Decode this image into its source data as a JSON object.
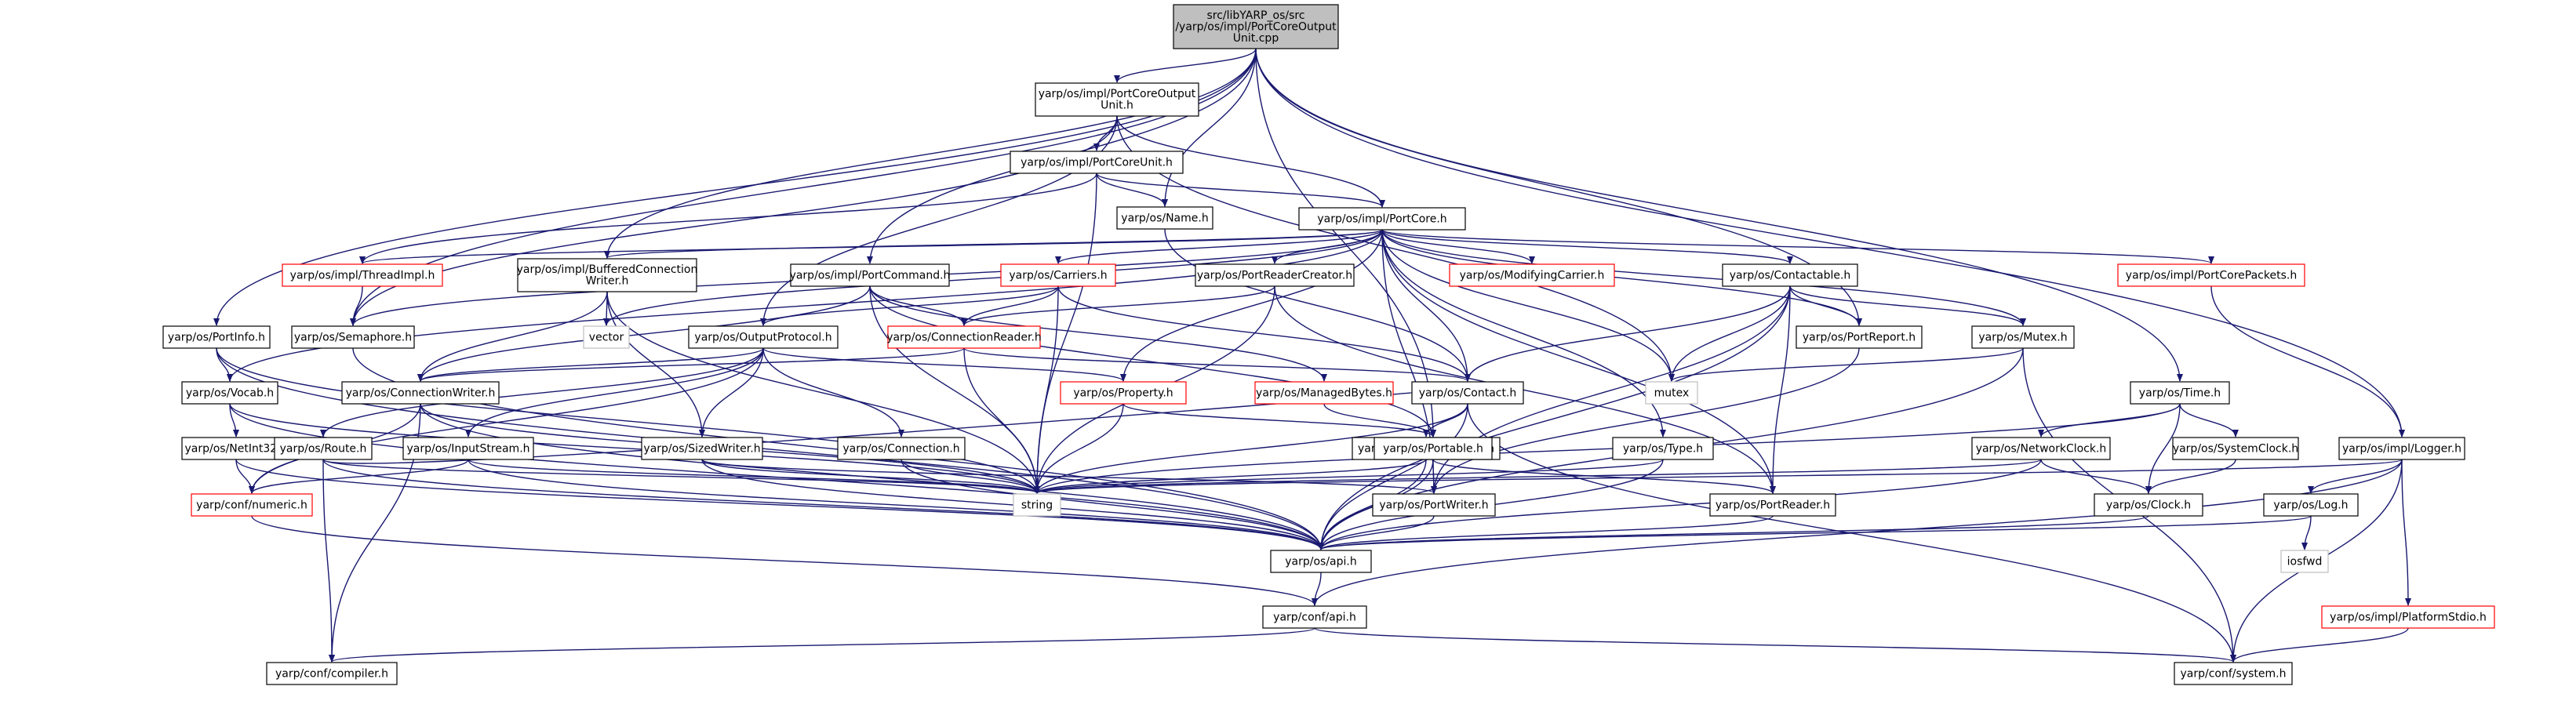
{
  "colors": {
    "edge": "#191970",
    "box_default": "#000000",
    "box_truncated": "#ff0000",
    "box_external": "#bfbfbf",
    "root_fill": "#bfbfbf",
    "node_fill": "#ffffff",
    "text": "#000000"
  },
  "graph": {
    "nodes": [
      {
        "id": "root",
        "kind": "root",
        "lines": [
          "src/libYARP_os/src",
          "/yarp/os/impl/PortCoreOutput",
          "Unit.cpp"
        ]
      },
      {
        "id": "pcou_h",
        "kind": "normal",
        "lines": [
          "yarp/os/impl/PortCoreOutput",
          "Unit.h"
        ]
      },
      {
        "id": "pcu_h",
        "kind": "normal",
        "lines": [
          "yarp/os/impl/PortCoreUnit.h"
        ]
      },
      {
        "id": "name_h",
        "kind": "normal",
        "lines": [
          "yarp/os/Name.h"
        ]
      },
      {
        "id": "portcore_h",
        "kind": "normal",
        "lines": [
          "yarp/os/impl/PortCore.h"
        ]
      },
      {
        "id": "threadimpl_h",
        "kind": "truncated",
        "lines": [
          "yarp/os/impl/ThreadImpl.h"
        ]
      },
      {
        "id": "bcw_h",
        "kind": "normal",
        "lines": [
          "yarp/os/impl/BufferedConnection",
          "Writer.h"
        ]
      },
      {
        "id": "portcommand_h",
        "kind": "normal",
        "lines": [
          "yarp/os/impl/PortCommand.h"
        ]
      },
      {
        "id": "carriers_h",
        "kind": "truncated",
        "lines": [
          "yarp/os/Carriers.h"
        ]
      },
      {
        "id": "prc_h",
        "kind": "normal",
        "lines": [
          "yarp/os/PortReaderCreator.h"
        ]
      },
      {
        "id": "modcarrier_h",
        "kind": "truncated",
        "lines": [
          "yarp/os/ModifyingCarrier.h"
        ]
      },
      {
        "id": "contactable_h",
        "kind": "normal",
        "lines": [
          "yarp/os/Contactable.h"
        ]
      },
      {
        "id": "pcpackets_h",
        "kind": "truncated",
        "lines": [
          "yarp/os/impl/PortCorePackets.h"
        ]
      },
      {
        "id": "portinfo_h",
        "kind": "normal",
        "lines": [
          "yarp/os/PortInfo.h"
        ]
      },
      {
        "id": "semaphore_h",
        "kind": "normal",
        "lines": [
          "yarp/os/Semaphore.h"
        ]
      },
      {
        "id": "vector",
        "kind": "external",
        "lines": [
          "vector"
        ]
      },
      {
        "id": "outputprotocol_h",
        "kind": "normal",
        "lines": [
          "yarp/os/OutputProtocol.h"
        ]
      },
      {
        "id": "connreader_h",
        "kind": "truncated",
        "lines": [
          "yarp/os/ConnectionReader.h"
        ]
      },
      {
        "id": "portreport_h",
        "kind": "normal",
        "lines": [
          "yarp/os/PortReport.h"
        ]
      },
      {
        "id": "mutex_h",
        "kind": "normal",
        "lines": [
          "yarp/os/Mutex.h"
        ]
      },
      {
        "id": "vocab_h",
        "kind": "normal",
        "lines": [
          "yarp/os/Vocab.h"
        ]
      },
      {
        "id": "connwriter_h",
        "kind": "normal",
        "lines": [
          "yarp/os/ConnectionWriter.h"
        ]
      },
      {
        "id": "property_h",
        "kind": "truncated",
        "lines": [
          "yarp/os/Property.h"
        ]
      },
      {
        "id": "managedbytes_h",
        "kind": "truncated",
        "lines": [
          "yarp/os/ManagedBytes.h"
        ]
      },
      {
        "id": "contact_h",
        "kind": "normal",
        "lines": [
          "yarp/os/Contact.h"
        ]
      },
      {
        "id": "mutex",
        "kind": "external",
        "lines": [
          "mutex"
        ]
      },
      {
        "id": "time_h",
        "kind": "normal",
        "lines": [
          "yarp/os/Time.h"
        ]
      },
      {
        "id": "netint32_h",
        "kind": "normal",
        "lines": [
          "yarp/os/NetInt32.h"
        ]
      },
      {
        "id": "route_h",
        "kind": "normal",
        "lines": [
          "yarp/os/Route.h"
        ]
      },
      {
        "id": "inputstream_h",
        "kind": "normal",
        "lines": [
          "yarp/os/InputStream.h"
        ]
      },
      {
        "id": "sizedwriter_h",
        "kind": "normal",
        "lines": [
          "yarp/os/SizedWriter.h"
        ]
      },
      {
        "id": "connection_h",
        "kind": "normal",
        "lines": [
          "yarp/os/Connection.h"
        ]
      },
      {
        "id": "nestedcontact_h",
        "kind": "normal",
        "lines": [
          "yarp/os/NestedContact.h"
        ]
      },
      {
        "id": "portable_h",
        "kind": "normal",
        "lines": [
          "yarp/os/Portable.h"
        ]
      },
      {
        "id": "type_h",
        "kind": "normal",
        "lines": [
          "yarp/os/Type.h"
        ]
      },
      {
        "id": "networkclock_h",
        "kind": "normal",
        "lines": [
          "yarp/os/NetworkClock.h"
        ]
      },
      {
        "id": "systemclock_h",
        "kind": "normal",
        "lines": [
          "yarp/os/SystemClock.h"
        ]
      },
      {
        "id": "logger_h",
        "kind": "normal",
        "lines": [
          "yarp/os/impl/Logger.h"
        ]
      },
      {
        "id": "numeric_h",
        "kind": "truncated",
        "lines": [
          "yarp/conf/numeric.h"
        ]
      },
      {
        "id": "string",
        "kind": "external",
        "lines": [
          "string"
        ]
      },
      {
        "id": "portwriter_h",
        "kind": "normal",
        "lines": [
          "yarp/os/PortWriter.h"
        ]
      },
      {
        "id": "portreader_h",
        "kind": "normal",
        "lines": [
          "yarp/os/PortReader.h"
        ]
      },
      {
        "id": "clock_h",
        "kind": "normal",
        "lines": [
          "yarp/os/Clock.h"
        ]
      },
      {
        "id": "log_h",
        "kind": "normal",
        "lines": [
          "yarp/os/Log.h"
        ]
      },
      {
        "id": "api_h",
        "kind": "normal",
        "lines": [
          "yarp/os/api.h"
        ]
      },
      {
        "id": "iosfwd",
        "kind": "external",
        "lines": [
          "iosfwd"
        ]
      },
      {
        "id": "confapi_h",
        "kind": "normal",
        "lines": [
          "yarp/conf/api.h"
        ]
      },
      {
        "id": "platformstdio_h",
        "kind": "truncated",
        "lines": [
          "yarp/os/impl/PlatformStdio.h"
        ]
      },
      {
        "id": "compiler_h",
        "kind": "normal",
        "lines": [
          "yarp/conf/compiler.h"
        ]
      },
      {
        "id": "system_h",
        "kind": "normal",
        "lines": [
          "yarp/conf/system.h"
        ]
      }
    ],
    "edges": [
      [
        "root",
        "pcou_h"
      ],
      [
        "root",
        "name_h"
      ],
      [
        "root",
        "portcommand_h"
      ],
      [
        "root",
        "bcw_h"
      ],
      [
        "root",
        "portinfo_h"
      ],
      [
        "root",
        "semaphore_h"
      ],
      [
        "root",
        "portable_h"
      ],
      [
        "root",
        "portreport_h"
      ],
      [
        "root",
        "time_h"
      ],
      [
        "root",
        "logger_h"
      ],
      [
        "pcou_h",
        "pcu_h"
      ],
      [
        "pcou_h",
        "portcore_h"
      ],
      [
        "pcou_h",
        "outputprotocol_h"
      ],
      [
        "pcou_h",
        "semaphore_h"
      ],
      [
        "pcou_h",
        "mutex"
      ],
      [
        "pcu_h",
        "name_h"
      ],
      [
        "pcu_h",
        "portcore_h"
      ],
      [
        "pcu_h",
        "threadimpl_h"
      ],
      [
        "pcu_h",
        "string"
      ],
      [
        "name_h",
        "contact_h"
      ],
      [
        "portcore_h",
        "threadimpl_h"
      ],
      [
        "portcore_h",
        "bcw_h"
      ],
      [
        "portcore_h",
        "semaphore_h"
      ],
      [
        "portcore_h",
        "vector"
      ],
      [
        "portcore_h",
        "carriers_h"
      ],
      [
        "portcore_h",
        "prc_h"
      ],
      [
        "portcore_h",
        "modcarrier_h"
      ],
      [
        "portcore_h",
        "contactable_h"
      ],
      [
        "portcore_h",
        "pcpackets_h"
      ],
      [
        "portcore_h",
        "portreport_h"
      ],
      [
        "portcore_h",
        "mutex_h"
      ],
      [
        "portcore_h",
        "mutex"
      ],
      [
        "portcore_h",
        "property_h"
      ],
      [
        "portcore_h",
        "contact_h"
      ],
      [
        "portcore_h",
        "vocab_h"
      ],
      [
        "portcore_h",
        "type_h"
      ],
      [
        "portcore_h",
        "portwriter_h"
      ],
      [
        "portcore_h",
        "portreader_h"
      ],
      [
        "threadimpl_h",
        "semaphore_h"
      ],
      [
        "bcw_h",
        "connwriter_h"
      ],
      [
        "bcw_h",
        "sizedwriter_h"
      ],
      [
        "bcw_h",
        "vector"
      ],
      [
        "bcw_h",
        "string"
      ],
      [
        "portcommand_h",
        "connwriter_h"
      ],
      [
        "portcommand_h",
        "connreader_h"
      ],
      [
        "portcommand_h",
        "managedbytes_h"
      ],
      [
        "portcommand_h",
        "portable_h"
      ],
      [
        "portcommand_h",
        "string"
      ],
      [
        "carriers_h",
        "outputprotocol_h"
      ],
      [
        "carriers_h",
        "connreader_h"
      ],
      [
        "carriers_h",
        "contact_h"
      ],
      [
        "carriers_h",
        "string"
      ],
      [
        "prc_h",
        "connreader_h"
      ],
      [
        "prc_h",
        "portreader_h"
      ],
      [
        "prc_h",
        "string"
      ],
      [
        "contactable_h",
        "contact_h"
      ],
      [
        "contactable_h",
        "portreport_h"
      ],
      [
        "contactable_h",
        "mutex_h"
      ],
      [
        "contactable_h",
        "portreader_h"
      ],
      [
        "contactable_h",
        "portwriter_h"
      ],
      [
        "contactable_h",
        "api_h"
      ],
      [
        "contactable_h",
        "mutex"
      ],
      [
        "pcpackets_h",
        "logger_h"
      ],
      [
        "portinfo_h",
        "vocab_h"
      ],
      [
        "portinfo_h",
        "string"
      ],
      [
        "portinfo_h",
        "api_h"
      ],
      [
        "semaphore_h",
        "api_h"
      ],
      [
        "outputprotocol_h",
        "connwriter_h"
      ],
      [
        "outputprotocol_h",
        "route_h"
      ],
      [
        "outputprotocol_h",
        "inputstream_h"
      ],
      [
        "outputprotocol_h",
        "sizedwriter_h"
      ],
      [
        "outputprotocol_h",
        "connection_h"
      ],
      [
        "outputprotocol_h",
        "property_h"
      ],
      [
        "outputprotocol_h",
        "numeric_h"
      ],
      [
        "connreader_h",
        "contact_h"
      ],
      [
        "connreader_h",
        "string"
      ],
      [
        "connreader_h",
        "connwriter_h"
      ],
      [
        "portreport_h",
        "portwriter_h"
      ],
      [
        "mutex_h",
        "mutex"
      ],
      [
        "mutex_h",
        "api_h"
      ],
      [
        "mutex_h",
        "system_h"
      ],
      [
        "vocab_h",
        "netint32_h"
      ],
      [
        "vocab_h",
        "string"
      ],
      [
        "vocab_h",
        "api_h"
      ],
      [
        "connwriter_h",
        "numeric_h"
      ],
      [
        "connwriter_h",
        "string"
      ],
      [
        "connwriter_h",
        "api_h"
      ],
      [
        "connwriter_h",
        "compiler_h"
      ],
      [
        "property_h",
        "portable_h"
      ],
      [
        "property_h",
        "string"
      ],
      [
        "managedbytes_h",
        "portable_h"
      ],
      [
        "contact_h",
        "nestedcontact_h"
      ],
      [
        "contact_h",
        "string"
      ],
      [
        "contact_h",
        "api_h"
      ],
      [
        "contact_h",
        "system_h"
      ],
      [
        "time_h",
        "networkclock_h"
      ],
      [
        "time_h",
        "systemclock_h"
      ],
      [
        "time_h",
        "clock_h"
      ],
      [
        "time_h",
        "string"
      ],
      [
        "netint32_h",
        "numeric_h"
      ],
      [
        "netint32_h",
        "api_h"
      ],
      [
        "route_h",
        "contact_h"
      ],
      [
        "route_h",
        "string"
      ],
      [
        "route_h",
        "compiler_h"
      ],
      [
        "route_h",
        "api_h"
      ],
      [
        "inputstream_h",
        "numeric_h"
      ],
      [
        "inputstream_h",
        "string"
      ],
      [
        "inputstream_h",
        "api_h"
      ],
      [
        "sizedwriter_h",
        "portwriter_h"
      ],
      [
        "sizedwriter_h",
        "string"
      ],
      [
        "sizedwriter_h",
        "api_h"
      ],
      [
        "connection_h",
        "string"
      ],
      [
        "connection_h",
        "api_h"
      ],
      [
        "nestedcontact_h",
        "string"
      ],
      [
        "nestedcontact_h",
        "api_h"
      ],
      [
        "portable_h",
        "portwriter_h"
      ],
      [
        "portable_h",
        "portreader_h"
      ],
      [
        "portable_h",
        "api_h"
      ],
      [
        "type_h",
        "string"
      ],
      [
        "type_h",
        "api_h"
      ],
      [
        "networkclock_h",
        "clock_h"
      ],
      [
        "networkclock_h",
        "string"
      ],
      [
        "networkclock_h",
        "api_h"
      ],
      [
        "systemclock_h",
        "clock_h"
      ],
      [
        "logger_h",
        "log_h"
      ],
      [
        "logger_h",
        "string"
      ],
      [
        "logger_h",
        "platformstdio_h"
      ],
      [
        "logger_h",
        "system_h"
      ],
      [
        "logger_h",
        "confapi_h"
      ],
      [
        "numeric_h",
        "confapi_h"
      ],
      [
        "portwriter_h",
        "api_h"
      ],
      [
        "portreader_h",
        "api_h"
      ],
      [
        "clock_h",
        "api_h"
      ],
      [
        "log_h",
        "iosfwd"
      ],
      [
        "log_h",
        "api_h"
      ],
      [
        "api_h",
        "confapi_h"
      ],
      [
        "confapi_h",
        "compiler_h"
      ],
      [
        "confapi_h",
        "system_h"
      ],
      [
        "platformstdio_h",
        "system_h"
      ]
    ]
  }
}
